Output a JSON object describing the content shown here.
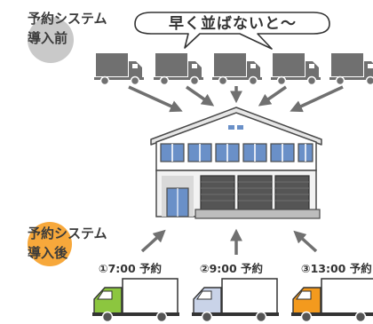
{
  "before": {
    "label_line1": "予約システム",
    "label_line2": "導入前",
    "bubble_text": "早く並ばないと〜",
    "circle_color": "#c9c9c9"
  },
  "after": {
    "label_line1": "予約システム",
    "label_line2": "導入後",
    "circle_color": "#f7a83b",
    "slots": [
      {
        "number": "①",
        "time": "7:00",
        "label": "予約",
        "cab_color": "#8cc63f"
      },
      {
        "number": "②",
        "time": "9:00",
        "label": "予約",
        "cab_color": "#c9d3e8"
      },
      {
        "number": "③",
        "time": "13:00",
        "label": "予約",
        "cab_color": "#f39a1e"
      }
    ]
  },
  "colors": {
    "gray_truck": "#707070",
    "arrow": "#707070",
    "warehouse_outline": "#4a4a4a",
    "shutter": "#555555",
    "window": "#6a90c8"
  },
  "icons": [
    "speech-bubble-icon",
    "gray-truck-icon",
    "warehouse-icon",
    "arrow-icon",
    "truck-icon"
  ]
}
